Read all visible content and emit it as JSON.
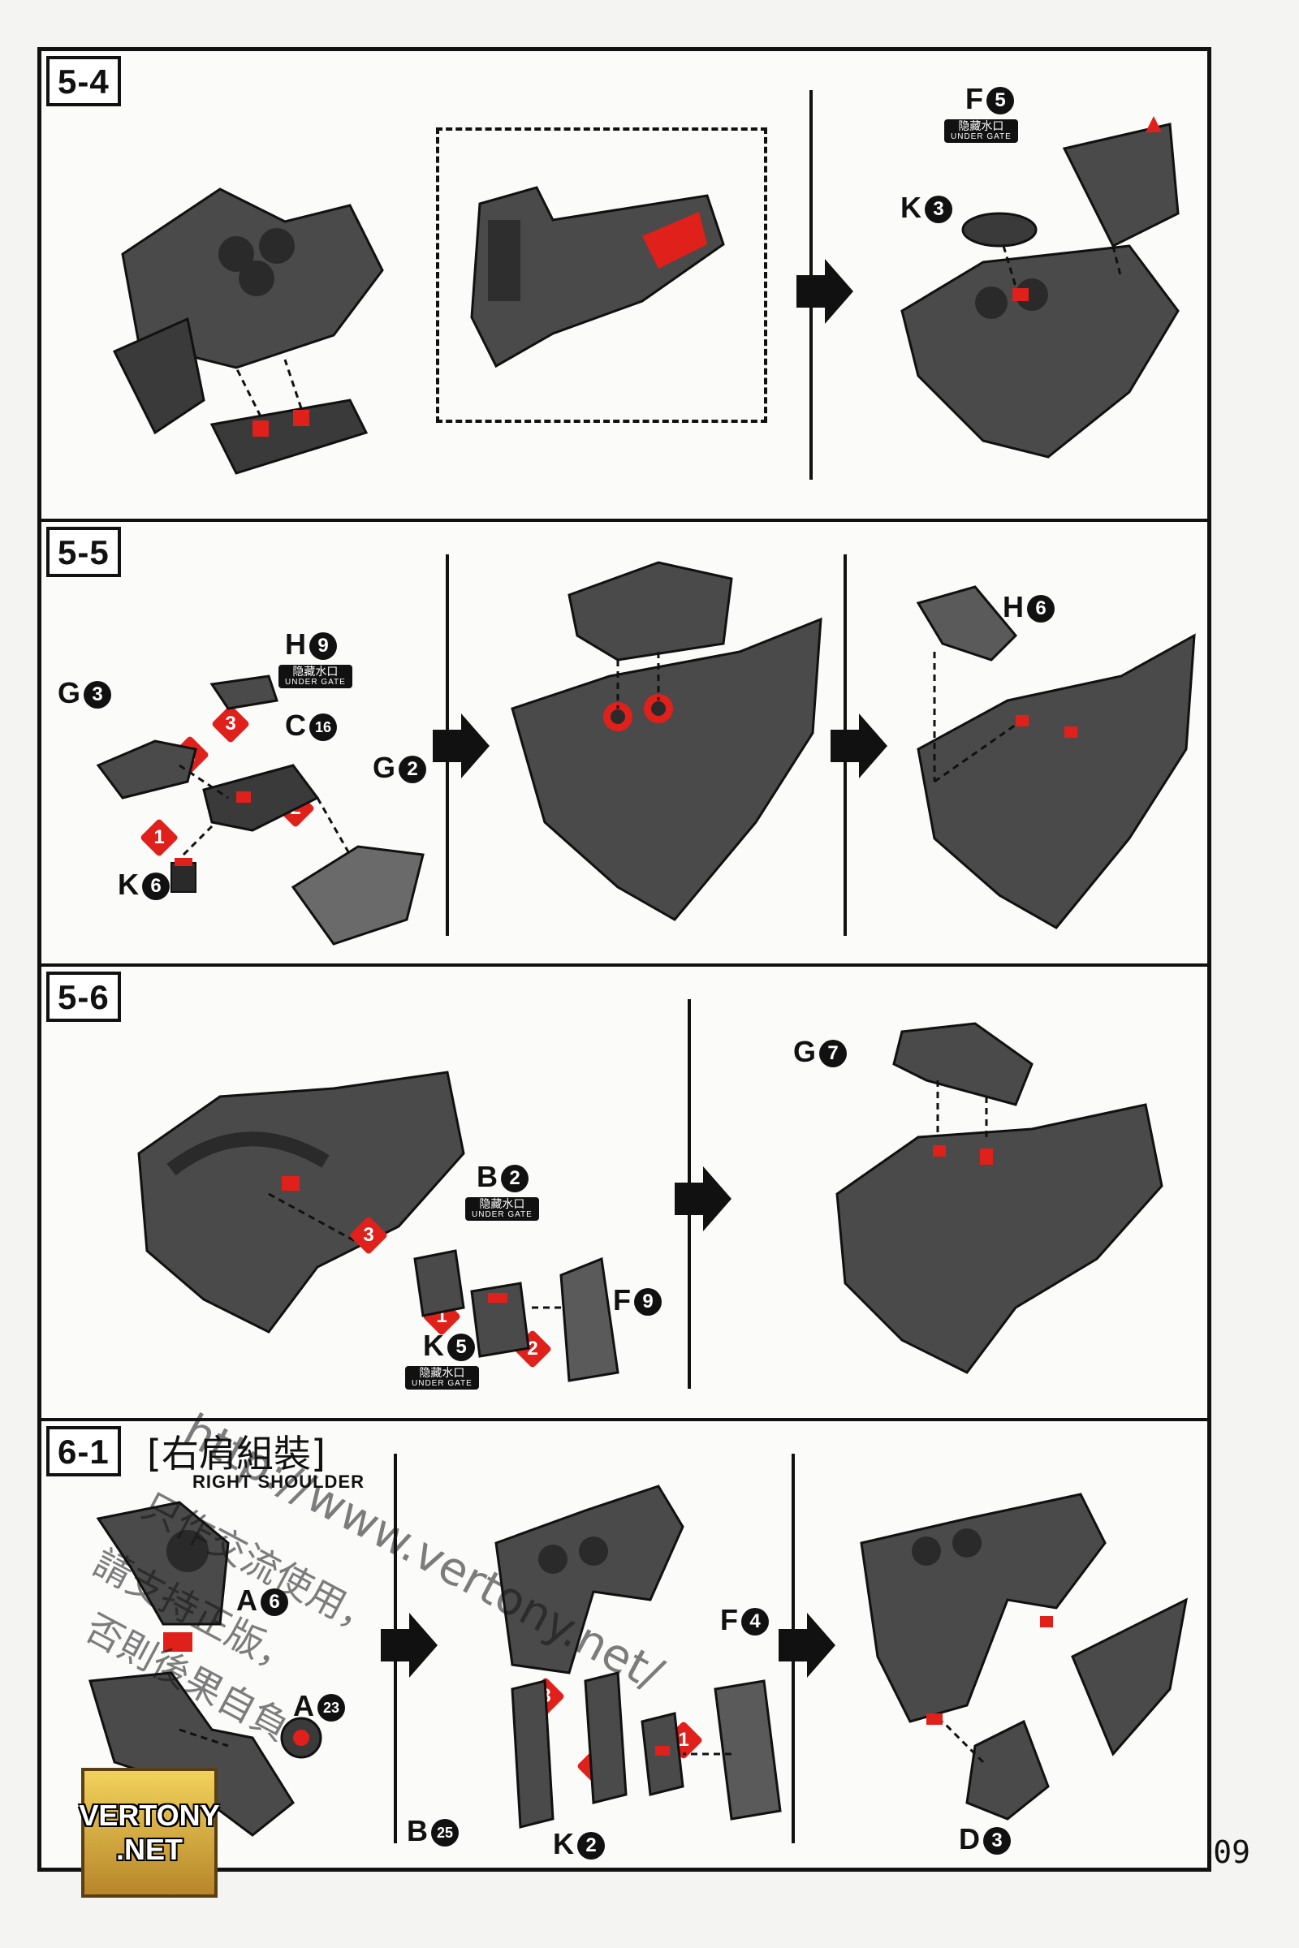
{
  "page": {
    "number": "09"
  },
  "colors": {
    "ink": "#111111",
    "accent_red": "#e0201a",
    "part_gray": "#4a4a4a",
    "logo_gold": "#d9a93a"
  },
  "steps": [
    {
      "id": "5-4",
      "parts": [
        {
          "letter": "F",
          "number": "5",
          "gate_cn": "隐藏水口",
          "gate_en": "UNDER GATE"
        },
        {
          "letter": "K",
          "number": "3"
        }
      ]
    },
    {
      "id": "5-5",
      "parts": [
        {
          "letter": "H",
          "number": "9",
          "gate_cn": "隐藏水口",
          "gate_en": "UNDER GATE"
        },
        {
          "letter": "G",
          "number": "3"
        },
        {
          "letter": "C",
          "number": "16"
        },
        {
          "letter": "G",
          "number": "2"
        },
        {
          "letter": "K",
          "number": "6"
        },
        {
          "letter": "H",
          "number": "6"
        }
      ],
      "order_marks": [
        "1",
        "2",
        "2",
        "3"
      ]
    },
    {
      "id": "5-6",
      "parts": [
        {
          "letter": "B",
          "number": "2",
          "gate_cn": "隐藏水口",
          "gate_en": "UNDER GATE"
        },
        {
          "letter": "F",
          "number": "9"
        },
        {
          "letter": "K",
          "number": "5",
          "gate_cn": "隐藏水口",
          "gate_en": "UNDER GATE"
        },
        {
          "letter": "G",
          "number": "7"
        }
      ],
      "order_marks": [
        "1",
        "2",
        "3"
      ]
    },
    {
      "id": "6-1",
      "title_cn": "[右肩組裝]",
      "title_en": "RIGHT SHOULDER",
      "parts": [
        {
          "letter": "A",
          "number": "6"
        },
        {
          "letter": "A",
          "number": "23"
        },
        {
          "letter": "F",
          "number": "4"
        },
        {
          "letter": "B",
          "number": "25"
        },
        {
          "letter": "K",
          "number": "2"
        },
        {
          "letter": "D",
          "number": "3"
        }
      ],
      "order_marks": [
        "1",
        "2",
        "3"
      ]
    }
  ],
  "watermark": {
    "url": "http://www.vertony.net/",
    "line1": "只作交流使用，",
    "line2": "請支持正版，",
    "line3": "否則後果自負"
  },
  "logo": {
    "line1": "VERTONY",
    "line2": ".NET"
  }
}
